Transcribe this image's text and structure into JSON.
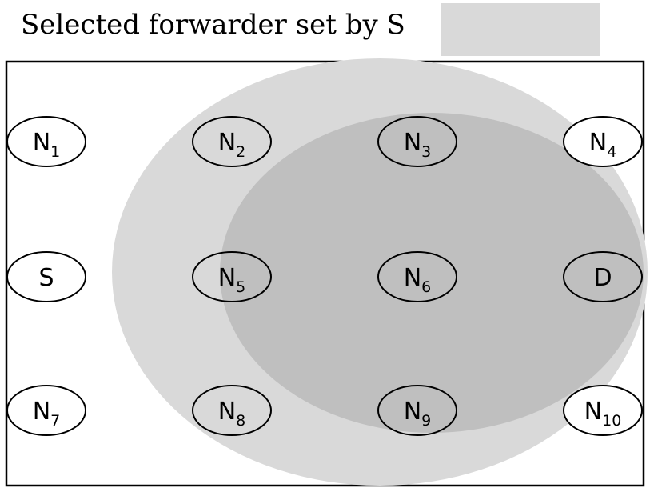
{
  "legend": {
    "title": "Selected forwarder set by S",
    "swatch_color": "#d9d9d9"
  },
  "colors": {
    "outer_region": "#d9d9d9",
    "inner_region": "#bfbfbf",
    "node_fill": "#ffffff",
    "stroke": "#000000"
  },
  "nodes": [
    {
      "id": "N1",
      "label": "N",
      "sub": "1"
    },
    {
      "id": "N2",
      "label": "N",
      "sub": "2"
    },
    {
      "id": "N3",
      "label": "N",
      "sub": "3"
    },
    {
      "id": "N4",
      "label": "N",
      "sub": "4"
    },
    {
      "id": "S",
      "label": "S",
      "sub": ""
    },
    {
      "id": "N5",
      "label": "N",
      "sub": "5"
    },
    {
      "id": "N6",
      "label": "N",
      "sub": "6"
    },
    {
      "id": "D",
      "label": "D",
      "sub": ""
    },
    {
      "id": "N7",
      "label": "N",
      "sub": "7"
    },
    {
      "id": "N8",
      "label": "N",
      "sub": "8"
    },
    {
      "id": "N9",
      "label": "N",
      "sub": "9"
    },
    {
      "id": "N10",
      "label": "N",
      "sub": "10"
    }
  ],
  "shaded_nodes": [
    "N2",
    "N3",
    "N5",
    "N6",
    "N8",
    "N9",
    "D"
  ]
}
